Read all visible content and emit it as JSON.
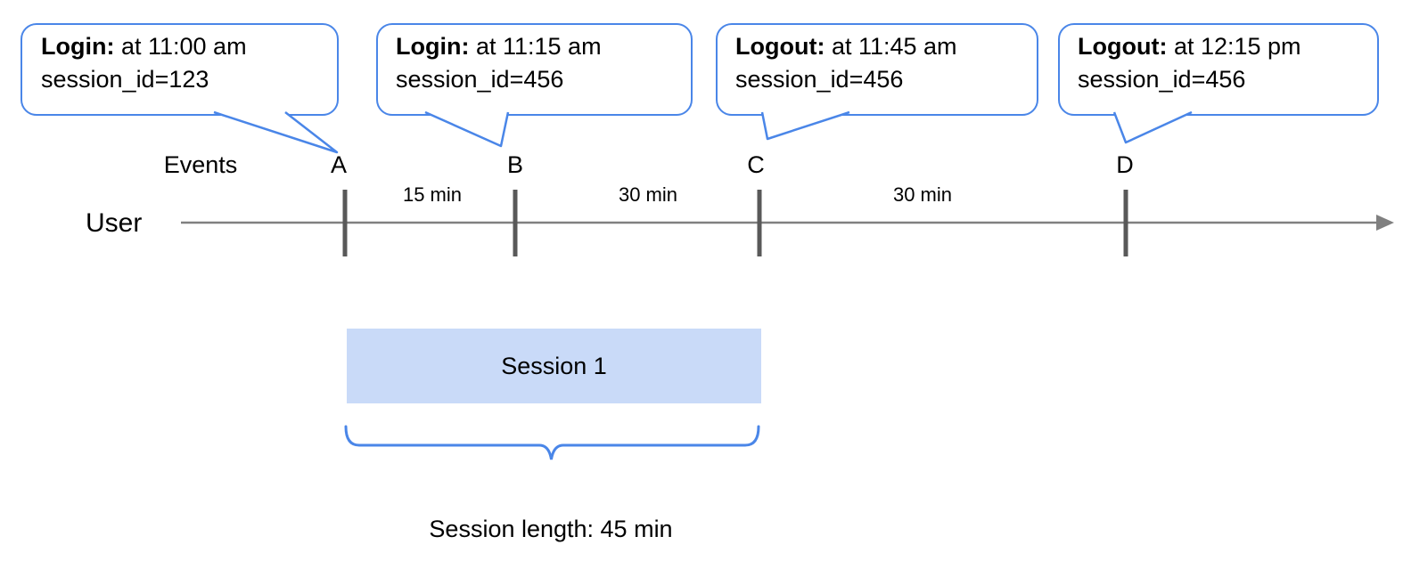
{
  "callouts": [
    {
      "label": "Login:",
      "detail": " at 11:00 am",
      "line2": "session_id=123",
      "anchor": "A"
    },
    {
      "label": "Login:",
      "detail": " at 11:15 am",
      "line2": "session_id=456",
      "anchor": "B"
    },
    {
      "label": "Logout:",
      "detail": " at 11:45 am",
      "line2": "session_id=456",
      "anchor": "C"
    },
    {
      "label": "Logout:",
      "detail": " at 12:15 pm",
      "line2": "session_id=456",
      "anchor": "D"
    }
  ],
  "timeline": {
    "axis_label": "User",
    "events_label": "Events",
    "event_markers": [
      "A",
      "B",
      "C",
      "D"
    ],
    "intervals": [
      "15 min",
      "30 min",
      "30 min"
    ]
  },
  "session": {
    "box_label": "Session 1",
    "length_label": "Session length: 45 min"
  },
  "colors": {
    "accent_blue": "#4a86e8",
    "session_fill": "#c9daf8",
    "axis_gray": "#808080",
    "tick_gray": "#595959",
    "text": "#000000"
  }
}
